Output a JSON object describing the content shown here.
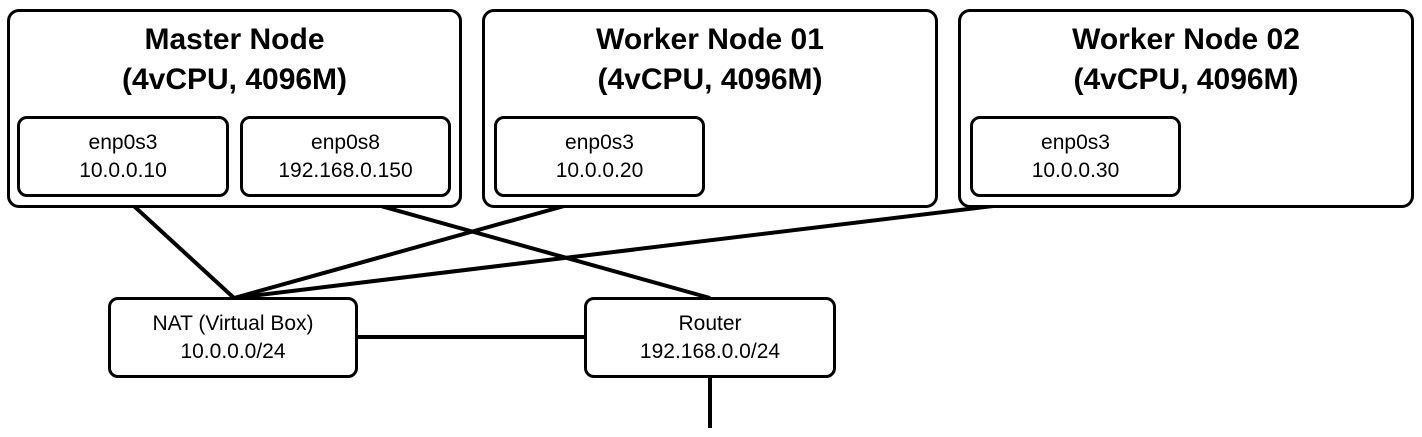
{
  "nodes": {
    "master": {
      "name": "Master Node",
      "spec": "(4vCPU, 4096M)",
      "interfaces": [
        {
          "name": "enp0s3",
          "ip": "10.0.0.10"
        },
        {
          "name": "enp0s8",
          "ip": "192.168.0.150"
        }
      ]
    },
    "worker1": {
      "name": "Worker Node 01",
      "spec": "(4vCPU, 4096M)",
      "interfaces": [
        {
          "name": "enp0s3",
          "ip": "10.0.0.20"
        }
      ]
    },
    "worker2": {
      "name": "Worker Node 02",
      "spec": "(4vCPU, 4096M)",
      "interfaces": [
        {
          "name": "enp0s3",
          "ip": "10.0.0.30"
        }
      ]
    }
  },
  "networks": {
    "nat": {
      "name": "NAT (Virtual Box)",
      "cidr": "10.0.0.0/24"
    },
    "router": {
      "name": "Router",
      "cidr": "192.168.0.0/24"
    }
  },
  "colors": {
    "line": "#000000",
    "box_border": "#000000",
    "background": "#ffffff"
  }
}
